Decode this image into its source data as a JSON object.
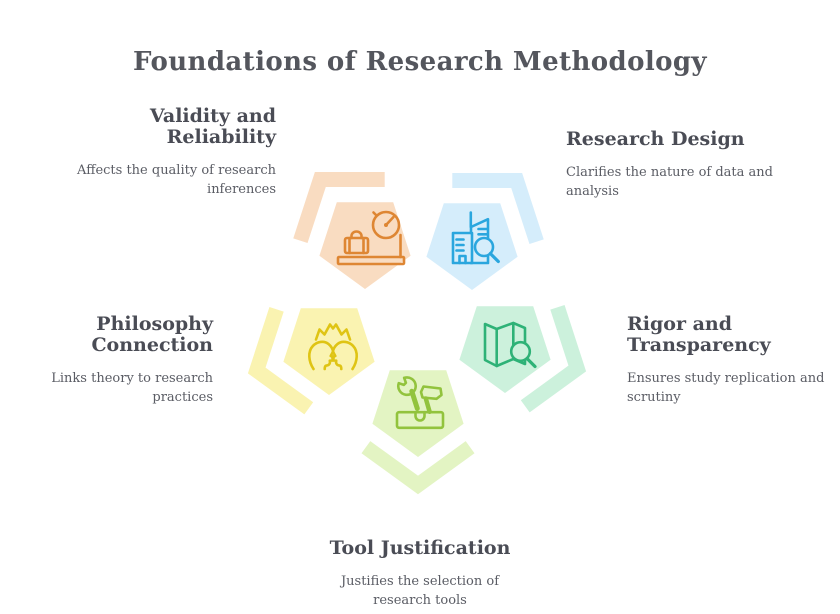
{
  "title": "Foundations of Research Methodology",
  "accent_text_color": "#4A4C55",
  "body_text_color": "#5A5C64",
  "segments": [
    {
      "name": "validity-reliability",
      "heading": "Validity and\nReliability",
      "description": "Affects the quality of research\ninferences",
      "fill": "#F9DCC1",
      "icon_color": "#DE8633",
      "icon": "luggage-scale-icon"
    },
    {
      "name": "research-design",
      "heading": "Research Design",
      "description": "Clarifies the nature of data and\nanalysis",
      "fill": "#D5EDFB",
      "icon_color": "#2AA6DE",
      "icon": "buildings-search-icon"
    },
    {
      "name": "philosophy-connection",
      "heading": "Philosophy\nConnection",
      "description": "Links theory to research\npractices",
      "fill": "#FAF3B1",
      "icon_color": "#DFC414",
      "icon": "two-minds-icon"
    },
    {
      "name": "rigor-transparency",
      "heading": "Rigor and\nTransparency",
      "description": "Ensures study replication and\nscrutiny",
      "fill": "#CCF1DC",
      "icon_color": "#2EB277",
      "icon": "map-search-icon"
    },
    {
      "name": "tool-justification",
      "heading": "Tool Justification",
      "description": "Justifies the selection of\nresearch tools",
      "fill": "#E3F4C3",
      "icon_color": "#92C33D",
      "icon": "toolbox-icon"
    }
  ]
}
